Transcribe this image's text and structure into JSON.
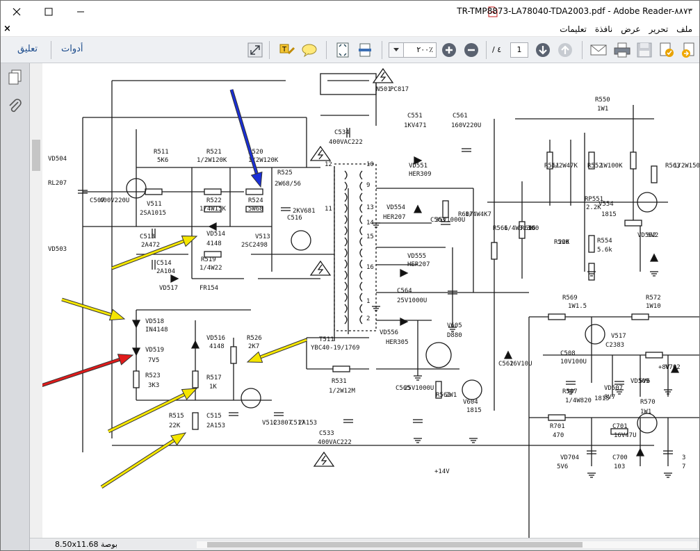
{
  "window": {
    "title": "TR-TMP8873-LA78040-TDA2003.pdf - Adobe Reader-٨٨٧٣",
    "controls": {
      "close": "✕",
      "maximize": "☐",
      "minimize": "—"
    }
  },
  "menubar": {
    "close_glyph": "×",
    "items": [
      "ملف",
      "تحرير",
      "عرض",
      "نافذة",
      "تعليمات"
    ]
  },
  "toolbar": {
    "annotate_label": "تعليق",
    "tools_label": "أدوات",
    "zoom_value": "٢٠٠٪",
    "page_current": "1",
    "page_total": "/ ٤"
  },
  "status": {
    "page_size": "8.50x11.68 بوصة"
  },
  "schematic": {
    "labels": [
      {
        "t": "PC817"
      },
      {
        "t": "N501"
      },
      {
        "t": "R550"
      },
      {
        "t": "1W1"
      },
      {
        "t": "C551"
      },
      {
        "t": "1KV471"
      },
      {
        "t": "C561"
      },
      {
        "t": "160V220U"
      },
      {
        "t": "C534"
      },
      {
        "t": "400VAC222"
      },
      {
        "t": "VD504"
      },
      {
        "t": "RL207"
      },
      {
        "t": "VD503"
      },
      {
        "t": "C507"
      },
      {
        "t": "400V220U"
      },
      {
        "t": "R511"
      },
      {
        "t": "5K6"
      },
      {
        "t": "R521"
      },
      {
        "t": "1/2W120K"
      },
      {
        "t": "R520"
      },
      {
        "t": "1/2W120K"
      },
      {
        "t": "R525"
      },
      {
        "t": "2W68/56"
      },
      {
        "t": "V511"
      },
      {
        "t": "2SA1015"
      },
      {
        "t": "R522"
      },
      {
        "t": "1/4W15K"
      },
      {
        "t": "R524"
      },
      {
        "t": "5W68"
      },
      {
        "t": "C516"
      },
      {
        "t": "2KV681"
      },
      {
        "t": "C513"
      },
      {
        "t": "2A472"
      },
      {
        "t": "VD514"
      },
      {
        "t": "4148"
      },
      {
        "t": "V513"
      },
      {
        "t": "2SC2498"
      },
      {
        "t": "C514"
      },
      {
        "t": "2A104"
      },
      {
        "t": "R519"
      },
      {
        "t": "1/4W22"
      },
      {
        "t": "VD517"
      },
      {
        "t": "FR154"
      },
      {
        "t": "VD518"
      },
      {
        "t": "IN4148"
      },
      {
        "t": "VD519"
      },
      {
        "t": "7V5"
      },
      {
        "t": "R523"
      },
      {
        "t": "3K3"
      },
      {
        "t": "VD516"
      },
      {
        "t": "4148"
      },
      {
        "t": "R526"
      },
      {
        "t": "2K7"
      },
      {
        "t": "R517"
      },
      {
        "t": "1K"
      },
      {
        "t": "R515"
      },
      {
        "t": "22K"
      },
      {
        "t": "C515"
      },
      {
        "t": "2A153"
      },
      {
        "t": "V512"
      },
      {
        "t": "C3807"
      },
      {
        "t": "C517"
      },
      {
        "t": "2A153"
      },
      {
        "t": "T511"
      },
      {
        "t": "YBC40-19/1769"
      },
      {
        "t": "R531"
      },
      {
        "t": "1/2W12M"
      },
      {
        "t": "C533"
      },
      {
        "t": "400VAC222"
      },
      {
        "t": "VD551"
      },
      {
        "t": "HER309"
      },
      {
        "t": "VD554"
      },
      {
        "t": "HER207"
      },
      {
        "t": "C563"
      },
      {
        "t": "35V1000U"
      },
      {
        "t": "R607"
      },
      {
        "t": "1/4W4K7"
      },
      {
        "t": "R566"
      },
      {
        "t": "1/4W3.3K"
      },
      {
        "t": "R615"
      },
      {
        "t": "100"
      },
      {
        "t": "VD555"
      },
      {
        "t": "HER207"
      },
      {
        "t": "C564"
      },
      {
        "t": "25V1000U"
      },
      {
        "t": "VD556"
      },
      {
        "t": "HER305"
      },
      {
        "t": "V605"
      },
      {
        "t": "D880"
      },
      {
        "t": "C565"
      },
      {
        "t": "25V1000U"
      },
      {
        "t": "R562"
      },
      {
        "t": "2W1"
      },
      {
        "t": "V604"
      },
      {
        "t": "1815"
      },
      {
        "t": "+14V"
      },
      {
        "t": "R561"
      },
      {
        "t": "1/2W47K"
      },
      {
        "t": "R552"
      },
      {
        "t": "1W100K"
      },
      {
        "t": "R563"
      },
      {
        "t": "1/2W150K"
      },
      {
        "t": "RP551"
      },
      {
        "t": "2.2K"
      },
      {
        "t": "V554"
      },
      {
        "t": "1815"
      },
      {
        "t": "R560"
      },
      {
        "t": "22K"
      },
      {
        "t": "R554"
      },
      {
        "t": "5.6k"
      },
      {
        "t": "VD562"
      },
      {
        "t": "6V2"
      },
      {
        "t": "R569"
      },
      {
        "t": "1W1.5"
      },
      {
        "t": "R572"
      },
      {
        "t": "1W10"
      },
      {
        "t": "V517"
      },
      {
        "t": "C2383"
      },
      {
        "t": "R507"
      },
      {
        "t": "1/4W820"
      },
      {
        "t": "VD507"
      },
      {
        "t": "8V7"
      },
      {
        "t": "C562"
      },
      {
        "t": "16V10U"
      },
      {
        "t": "C508"
      },
      {
        "t": "10V100U"
      },
      {
        "t": "VD509"
      },
      {
        "t": "5V6"
      },
      {
        "t": "+8V"
      },
      {
        "t": "V702"
      },
      {
        "t": "1815"
      },
      {
        "t": "R570"
      },
      {
        "t": "1W1"
      },
      {
        "t": "R701"
      },
      {
        "t": "470"
      },
      {
        "t": "C701"
      },
      {
        "t": "16V47U"
      },
      {
        "t": "VD704"
      },
      {
        "t": "5V6"
      },
      {
        "t": "C700"
      },
      {
        "t": "103"
      },
      {
        "t": "3"
      },
      {
        "t": "7"
      },
      {
        "t": "12"
      },
      {
        "t": "11"
      },
      {
        "t": "10"
      },
      {
        "t": "9"
      },
      {
        "t": "13"
      },
      {
        "t": "14"
      },
      {
        "t": "15"
      },
      {
        "t": "16"
      },
      {
        "t": "1"
      },
      {
        "t": "2"
      }
    ]
  },
  "colors": {
    "toolbar_bg": "#eef0f3",
    "link_blue": "#1b4b8c",
    "doc_bg": "#6f6f6f",
    "arrow_yellow": "#f5e600",
    "arrow_red": "#e01b1b",
    "arrow_blue": "#1a2fd6"
  }
}
